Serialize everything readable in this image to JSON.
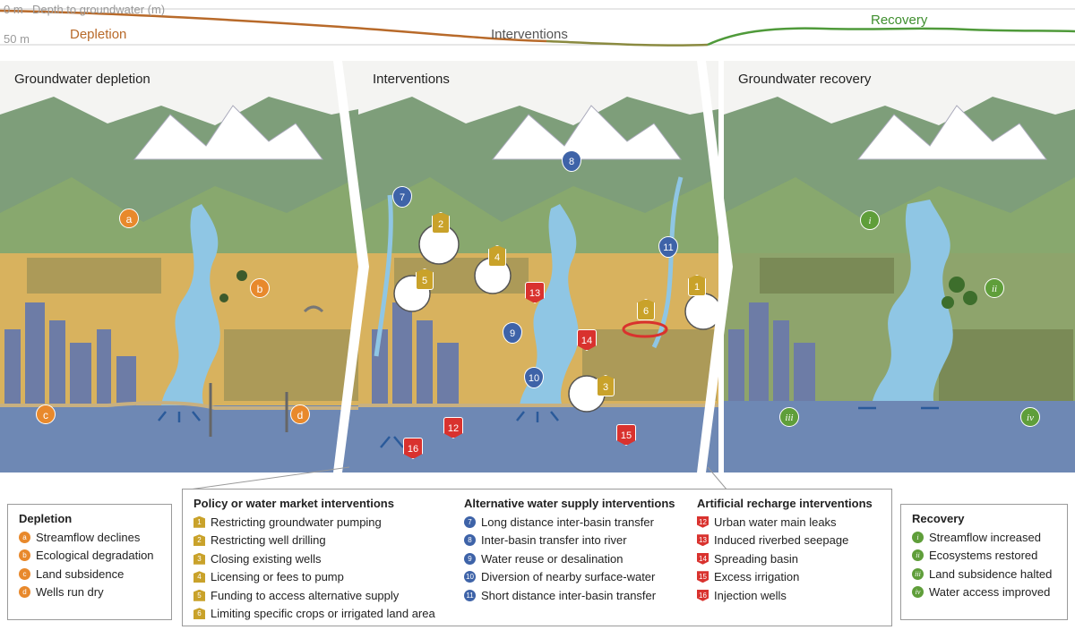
{
  "depth_axis": {
    "title": "Depth to groundwater (m)",
    "tick_top": "0 m",
    "tick_bottom": "50 m"
  },
  "phases": {
    "depletion": "Depletion",
    "interventions": "Interventions",
    "recovery": "Recovery"
  },
  "colors": {
    "depletion": "#b86a2a",
    "interventions": "#8a8a8a",
    "recovery": "#4f9a3a",
    "dry_land": "#d8b25e",
    "aquifer": "#6e88b4",
    "river": "#8fc6e4"
  },
  "panels": {
    "depletion_title": "Groundwater depletion",
    "interventions_title": "Interventions",
    "recovery_title": "Groundwater recovery"
  },
  "markers": {
    "depletion": [
      "a",
      "b",
      "c",
      "d"
    ],
    "blue": [
      "7",
      "8",
      "9",
      "10",
      "11"
    ],
    "yellow": [
      "1",
      "2",
      "3",
      "4",
      "5",
      "6"
    ],
    "red": [
      "12",
      "13",
      "14",
      "15",
      "16"
    ],
    "recovery": [
      "i",
      "ii",
      "iii",
      "iv"
    ]
  },
  "legend": {
    "depletion": {
      "title": "Depletion",
      "items": [
        {
          "marker": "a",
          "label": "Streamflow declines"
        },
        {
          "marker": "b",
          "label": "Ecological degradation"
        },
        {
          "marker": "c",
          "label": "Land subsidence"
        },
        {
          "marker": "d",
          "label": "Wells run dry"
        }
      ]
    },
    "policy": {
      "title": "Policy or water market interventions",
      "items": [
        {
          "marker": "1",
          "label": "Restricting groundwater pumping"
        },
        {
          "marker": "2",
          "label": "Restricting well drilling"
        },
        {
          "marker": "3",
          "label": "Closing existing wells"
        },
        {
          "marker": "4",
          "label": "Licensing or fees to pump"
        },
        {
          "marker": "5",
          "label": "Funding to access alternative supply"
        },
        {
          "marker": "6",
          "label": "Limiting specific crops or irrigated land area"
        }
      ]
    },
    "alternative": {
      "title": "Alternative water supply interventions",
      "items": [
        {
          "marker": "7",
          "label": "Long distance inter-basin transfer"
        },
        {
          "marker": "8",
          "label": "Inter-basin transfer into river"
        },
        {
          "marker": "9",
          "label": "Water reuse or desalination"
        },
        {
          "marker": "10",
          "label": "Diversion of nearby surface-water"
        },
        {
          "marker": "11",
          "label": "Short distance inter-basin transfer"
        }
      ]
    },
    "recharge": {
      "title": "Artificial recharge interventions",
      "items": [
        {
          "marker": "12",
          "label": "Urban water main leaks"
        },
        {
          "marker": "13",
          "label": "Induced riverbed seepage"
        },
        {
          "marker": "14",
          "label": "Spreading basin"
        },
        {
          "marker": "15",
          "label": "Excess irrigation"
        },
        {
          "marker": "16",
          "label": "Injection wells"
        }
      ]
    },
    "recovery": {
      "title": "Recovery",
      "items": [
        {
          "marker": "i",
          "label": "Streamflow increased"
        },
        {
          "marker": "ii",
          "label": "Ecosystems restored"
        },
        {
          "marker": "iii",
          "label": "Land subsidence halted"
        },
        {
          "marker": "iv",
          "label": "Water access improved"
        }
      ]
    }
  }
}
